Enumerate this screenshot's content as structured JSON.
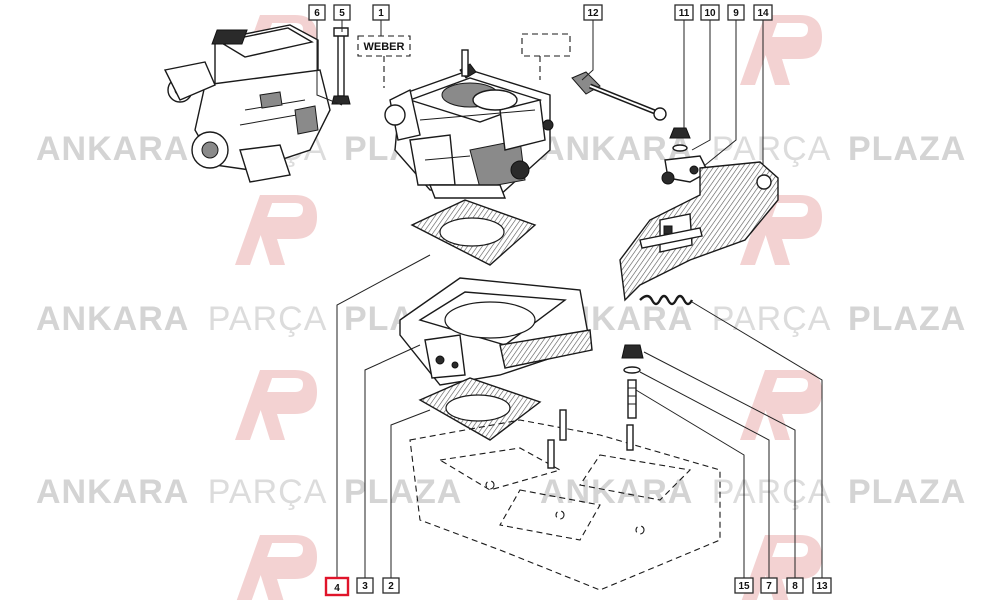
{
  "watermark": {
    "brand_bold_1": "ANKARA",
    "brand_light": "PARÇA",
    "brand_bold_2": "PLAZA",
    "logo_glyphs": "AP"
  },
  "weber_label": "WEBER",
  "callouts_top": [
    {
      "id": "6",
      "label": "6"
    },
    {
      "id": "5",
      "label": "5"
    },
    {
      "id": "1",
      "label": "1"
    },
    {
      "id": "12",
      "label": "12"
    },
    {
      "id": "11",
      "label": "11"
    },
    {
      "id": "10",
      "label": "10"
    },
    {
      "id": "9",
      "label": "9"
    },
    {
      "id": "14",
      "label": "14"
    }
  ],
  "callouts_bottom": [
    {
      "id": "4",
      "label": "4",
      "highlighted": true
    },
    {
      "id": "3",
      "label": "3"
    },
    {
      "id": "2",
      "label": "2"
    },
    {
      "id": "15",
      "label": "15"
    },
    {
      "id": "7",
      "label": "7"
    },
    {
      "id": "8",
      "label": "8"
    },
    {
      "id": "13",
      "label": "13"
    }
  ],
  "colors": {
    "highlight": "#e0142a",
    "line": "#1a1a1a",
    "watermark": "#d4d4d4"
  }
}
